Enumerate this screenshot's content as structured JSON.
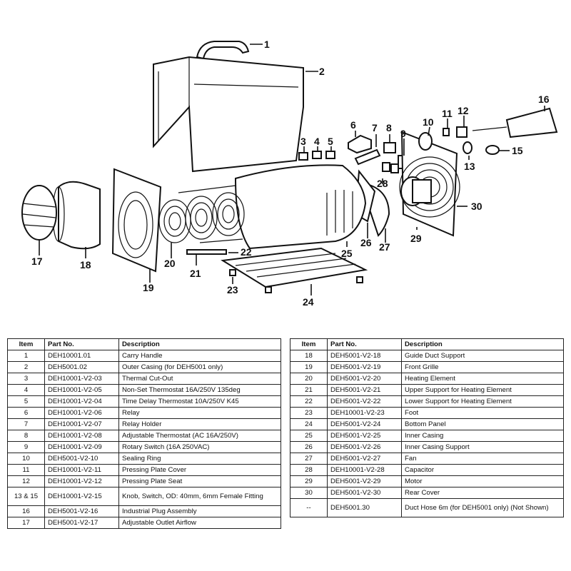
{
  "callouts": [
    "1",
    "2",
    "3",
    "4",
    "5",
    "6",
    "7",
    "8",
    "9",
    "10",
    "11",
    "12",
    "13",
    "15",
    "16",
    "17",
    "18",
    "19",
    "20",
    "21",
    "22",
    "23",
    "24",
    "25",
    "26",
    "27",
    "28",
    "29",
    "30"
  ],
  "table_headers": {
    "item": "Item",
    "part_no": "Part No.",
    "description": "Description"
  },
  "left_rows": [
    {
      "item": "1",
      "part": "DEH10001.01",
      "desc": "Carry Handle"
    },
    {
      "item": "2",
      "part": "DEH5001.02",
      "desc": "Outer Casing (for DEH5001 only)"
    },
    {
      "item": "3",
      "part": "DEH10001-V2-03",
      "desc": "Thermal Cut-Out"
    },
    {
      "item": "4",
      "part": "DEH10001-V2-05",
      "desc": "Non-Set Thermostat 16A/250V 135deg"
    },
    {
      "item": "5",
      "part": "DEH10001-V2-04",
      "desc": "Time Delay Thermostat 10A/250V K45"
    },
    {
      "item": "6",
      "part": "DEH10001-V2-06",
      "desc": "Relay"
    },
    {
      "item": "7",
      "part": "DEH10001-V2-07",
      "desc": "Relay Holder"
    },
    {
      "item": "8",
      "part": "DEH10001-V2-08",
      "desc": "Adjustable Thermostat (AC 16A/250V)"
    },
    {
      "item": "9",
      "part": "DEH10001-V2-09",
      "desc": "Rotary Switch (16A 250VAC)"
    },
    {
      "item": "10",
      "part": "DEH5001-V2-10",
      "desc": "Sealing Ring"
    },
    {
      "item": "11",
      "part": "DEH10001-V2-11",
      "desc": "Pressing Plate Cover"
    },
    {
      "item": "12",
      "part": "DEH10001-V2-12",
      "desc": "Pressing Plate Seat"
    },
    {
      "item": "13 & 15",
      "part": "DEH10001-V2-15",
      "desc": "Knob, Switch, OD: 40mm, 6mm Female Fitting"
    },
    {
      "item": "16",
      "part": "DEH5001-V2-16",
      "desc": "Industrial Plug Assembly"
    },
    {
      "item": "17",
      "part": "DEH5001-V2-17",
      "desc": "Adjustable Outlet Airflow"
    }
  ],
  "right_rows": [
    {
      "item": "18",
      "part": "DEH5001-V2-18",
      "desc": "Guide Duct Support"
    },
    {
      "item": "19",
      "part": "DEH5001-V2-19",
      "desc": "Front Grille"
    },
    {
      "item": "20",
      "part": "DEH5001-V2-20",
      "desc": "Heating Element"
    },
    {
      "item": "21",
      "part": "DEH5001-V2-21",
      "desc": "Upper Support for Heating Element"
    },
    {
      "item": "22",
      "part": "DEH5001-V2-22",
      "desc": "Lower Support for Heating Element"
    },
    {
      "item": "23",
      "part": "DEH10001-V2-23",
      "desc": "Foot"
    },
    {
      "item": "24",
      "part": "DEH5001-V2-24",
      "desc": "Bottom Panel"
    },
    {
      "item": "25",
      "part": "DEH5001-V2-25",
      "desc": "Inner Casing"
    },
    {
      "item": "26",
      "part": "DEH5001-V2-26",
      "desc": "Inner Casing Support"
    },
    {
      "item": "27",
      "part": "DEH5001-V2-27",
      "desc": "Fan"
    },
    {
      "item": "28",
      "part": "DEH10001-V2-28",
      "desc": "Capacitor"
    },
    {
      "item": "29",
      "part": "DEH5001-V2-29",
      "desc": "Motor"
    },
    {
      "item": "30",
      "part": "DEH5001-V2-30",
      "desc": "Rear Cover"
    },
    {
      "item": "--",
      "part": "DEH5001.30",
      "desc": "Duct Hose 6m (for DEH5001 only) (Not Shown)"
    }
  ]
}
